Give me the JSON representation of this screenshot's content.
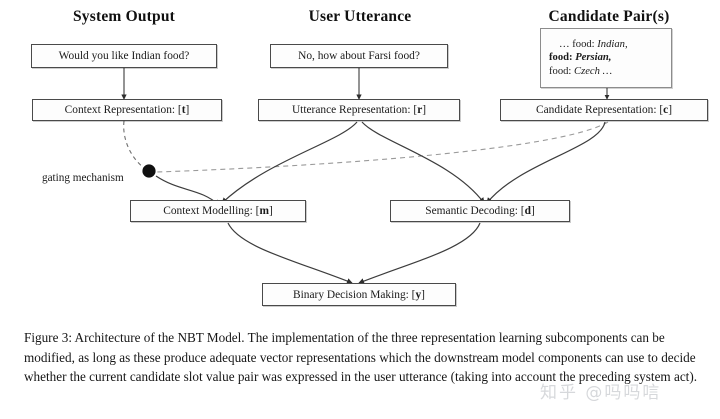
{
  "figure": {
    "columns": [
      {
        "title": "System Output"
      },
      {
        "title": "User Utterance"
      },
      {
        "title": "Candidate Pair(s)"
      }
    ],
    "inputs": {
      "system_output_text": "Would you like Indian food?",
      "user_utterance_text": "No, how about Farsi food?"
    },
    "candidate_pairs": [
      {
        "prefix": "… ",
        "key": "food:",
        "value": "Indian,",
        "selected": false
      },
      {
        "prefix": "",
        "key": "food:",
        "value": "Persian,",
        "selected": true
      },
      {
        "prefix": "",
        "key": "food:",
        "value": "Czech …",
        "selected": false
      }
    ],
    "representation_nodes": [
      {
        "label": "Context Representation: [",
        "var": "t",
        "close": "]"
      },
      {
        "label": "Utterance Representation: [",
        "var": "r",
        "close": "]"
      },
      {
        "label": "Candidate Representation: [",
        "var": "c",
        "close": "]"
      }
    ],
    "middle_nodes": [
      {
        "label": "Context Modelling: [",
        "var": "m",
        "close": "]"
      },
      {
        "label": "Semantic Decoding: [",
        "var": "d",
        "close": "]"
      }
    ],
    "output_node": {
      "label": "Binary Decision Making: [",
      "var": "y",
      "close": "]"
    },
    "gating_label": "gating mechanism"
  },
  "caption": {
    "text": "Figure 3:  Architecture of the NBT Model.  The implementation of the three representation learning subcomponents can be modified, as long as these produce adequate vector representations which the downstream model components can use to decide whether the current candidate slot value pair was expressed in the user utterance (taking into account the preceding system act)."
  },
  "watermark": {
    "text": "知乎 @吗吗唁"
  },
  "colors": {
    "box_border": "#4a4a4a",
    "candidate_border": "#8c8c8c",
    "edge": "#3c3c3c",
    "dashed_edge": "#8a8a8a",
    "gating_dot": "#101010",
    "text": "#1a1a1a",
    "watermark": "rgba(120,125,135,0.30)"
  }
}
